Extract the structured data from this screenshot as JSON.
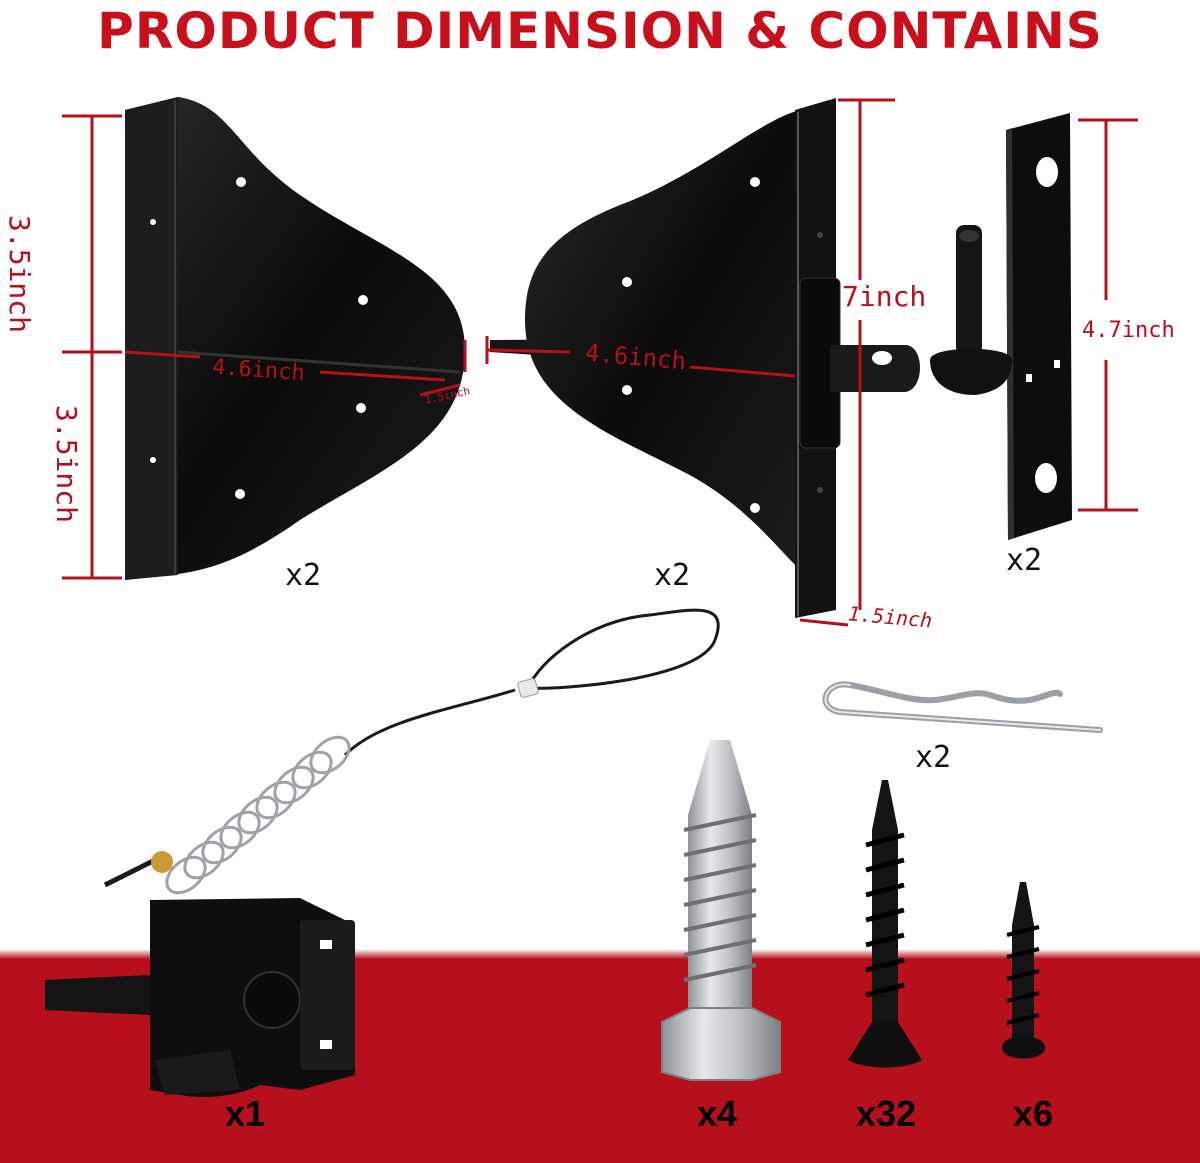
{
  "title": "PRODUCT DIMENSION & CONTAINS",
  "dimensions": {
    "bracket_height_top": "3.5inch",
    "bracket_height_bottom": "3.5inch",
    "bracket_width_left": "4.6inch",
    "bracket_width_right": "4.6inch",
    "bracket_depth_left": "1.5inch",
    "bracket_depth_right": "1.5inch",
    "bracket_height_right": "7inch",
    "strike_plate_height": "4.7inch"
  },
  "quantities": {
    "left_bracket": "x2",
    "right_bracket": "x2",
    "strike_plate": "x2",
    "cotter_pin": "x2",
    "gate_latch": "x1",
    "lag_screw": "x4",
    "wood_screw_long": "x32",
    "wood_screw_short": "x6"
  },
  "colors": {
    "brand_red": "#c8101c",
    "band_red": "#b5101c",
    "hardware_black": "#111111",
    "steel_silver": "#c9ccd0"
  }
}
